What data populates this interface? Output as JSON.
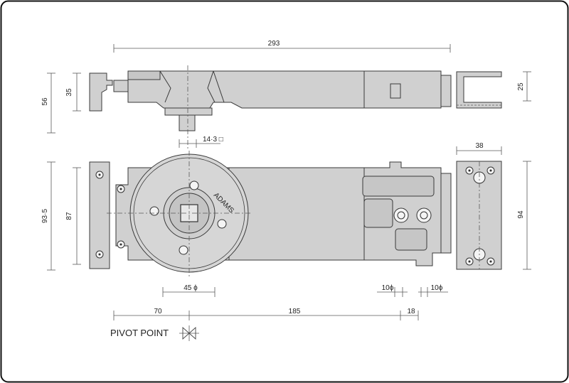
{
  "dimensions": {
    "overall_length": "293",
    "body_height": "56",
    "body_height_inner": "35",
    "bracket_height": "25",
    "spindle_size": "14·3 □",
    "plate_width": "38",
    "plate_height_left": "93·5",
    "plate_height_inner": "87",
    "plate_height_right": "94",
    "pivot_diameter": "45 ϕ",
    "valve_dia_1": "10ϕ",
    "valve_dia_2": "10ϕ",
    "offset_pivot": "70",
    "length_main": "185",
    "length_end": "18"
  },
  "labels": {
    "pivot_point": "PIVOT POINT",
    "brand_mark": "ADAMS"
  }
}
